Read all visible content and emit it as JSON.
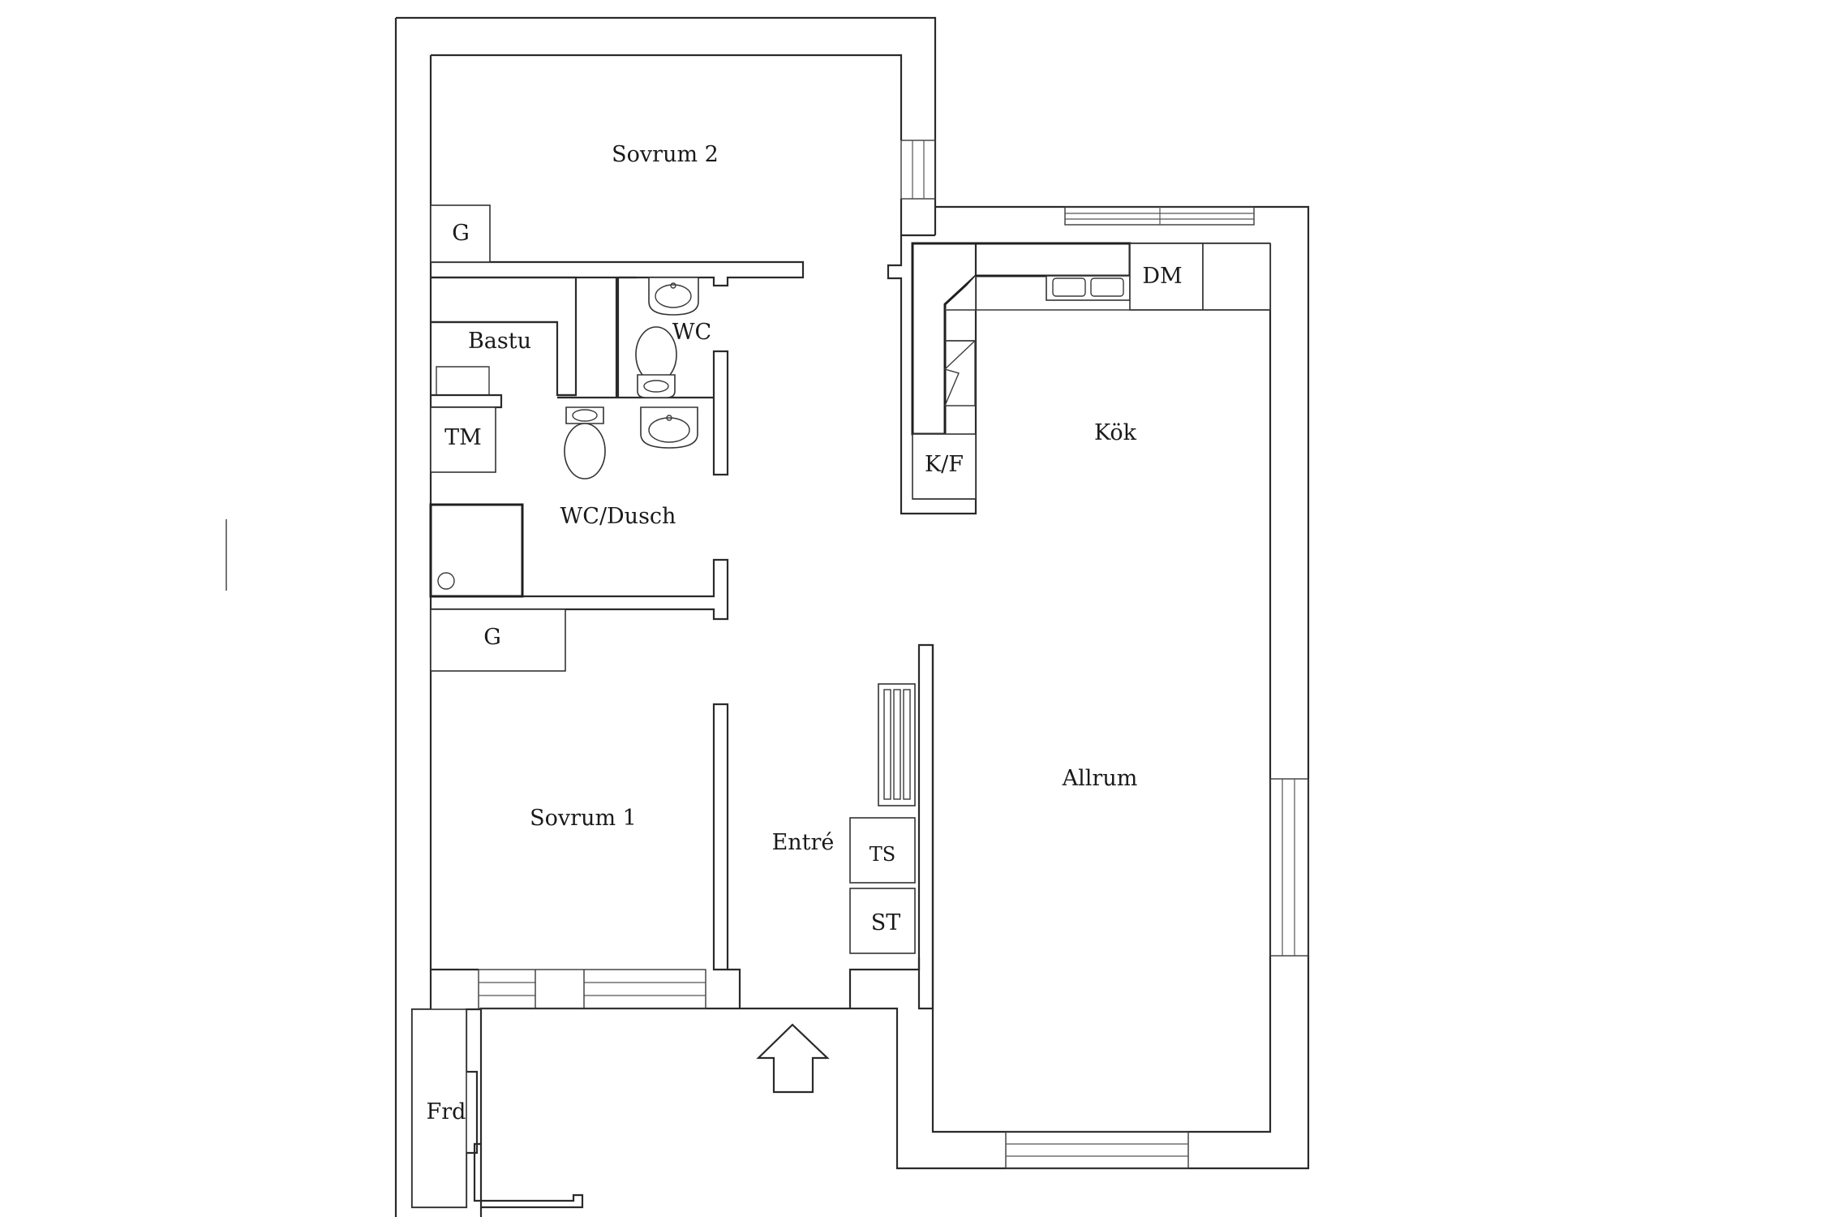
{
  "rooms": {
    "sovrum2": "Sovrum 2",
    "sovrum1": "Sovrum 1",
    "bastu": "Bastu",
    "wc": "WC",
    "wc_dusch": "WC/Dusch",
    "kok": "Kök",
    "allrum": "Allrum",
    "entre": "Entré",
    "frd": "Frd"
  },
  "fixtures": {
    "garderob_top": "G",
    "garderob_mid": "G",
    "tvattmaskin": "TM",
    "diskmaskin": "DM",
    "kyl_frys": "K/F",
    "torkskap": "TS",
    "stadskap": "ST"
  },
  "colors": {
    "lines": "#2a2a2a",
    "background": "#ffffff"
  }
}
